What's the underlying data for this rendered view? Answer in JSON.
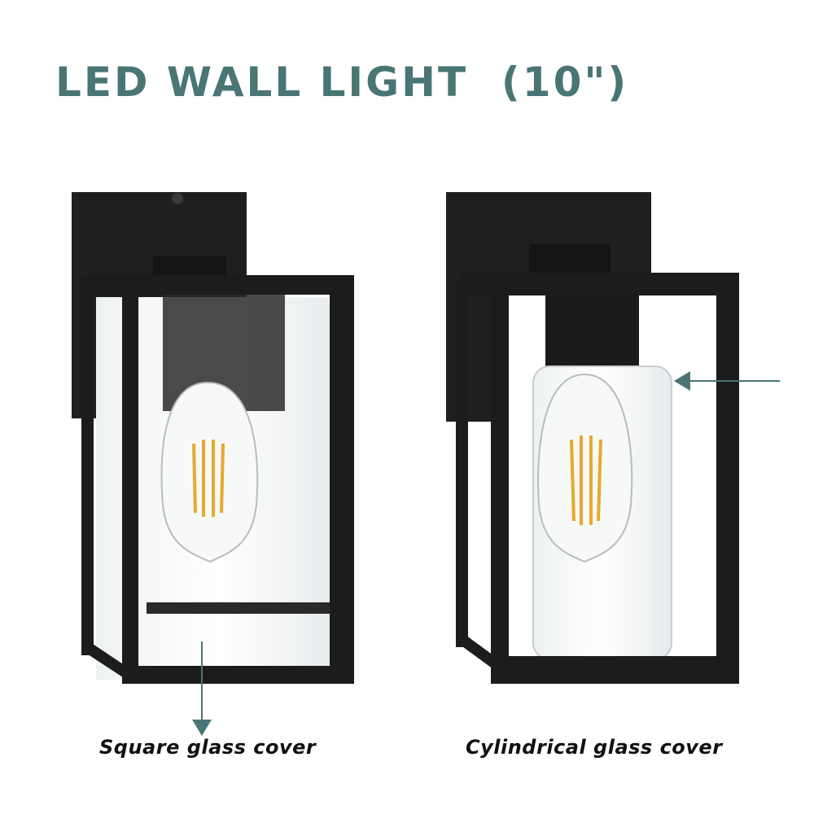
{
  "title": "LED WALL LIGHT  (10\")",
  "captions": {
    "left": "Square glass cover",
    "right": "Cylindrical glass cover"
  },
  "colors": {
    "accent": "#4a7575",
    "frame": "#1c1c1c",
    "filament": "#e8a92e"
  }
}
